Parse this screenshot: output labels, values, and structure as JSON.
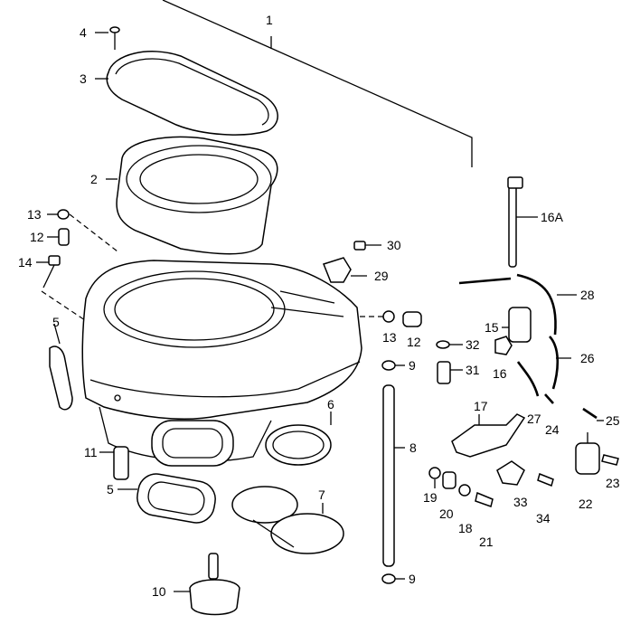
{
  "labels": {
    "l1": "1",
    "l2": "2",
    "l3": "3",
    "l4": "4",
    "l5a": "5",
    "l5b": "5",
    "l6": "6",
    "l7": "7",
    "l8": "8",
    "l9a": "9",
    "l9b": "9",
    "l10": "10",
    "l11": "11",
    "l12a": "12",
    "l12b": "12",
    "l13a": "13",
    "l13b": "13",
    "l14": "14",
    "l15": "15",
    "l16": "16",
    "l16a": "16A",
    "l17": "17",
    "l18": "18",
    "l19": "19",
    "l20": "20",
    "l21": "21",
    "l22": "22",
    "l23": "23",
    "l24": "24",
    "l25": "25",
    "l26": "26",
    "l27": "27",
    "l28": "28",
    "l29": "29",
    "l30": "30",
    "l31": "31",
    "l32": "32",
    "l33": "33",
    "l34": "34"
  }
}
